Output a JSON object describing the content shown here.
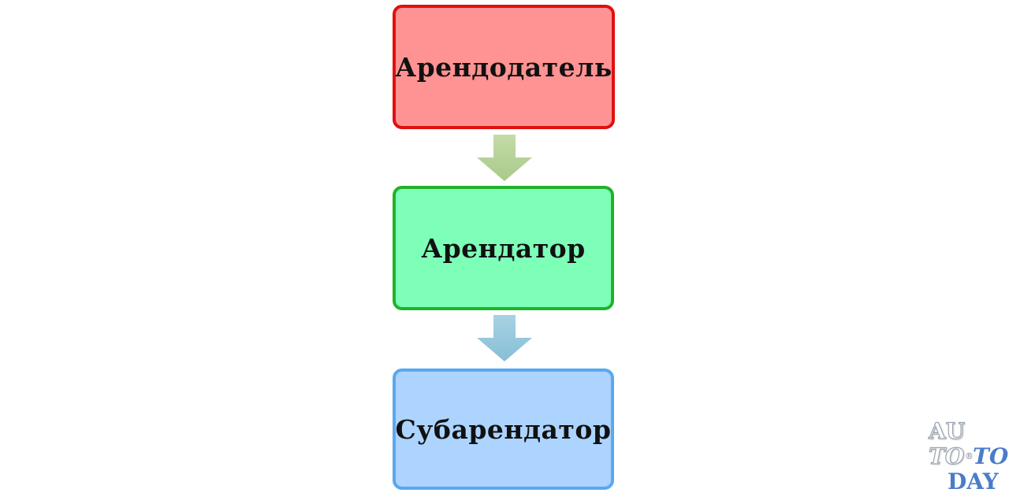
{
  "diagram": {
    "type": "vertical-flowchart",
    "nodes": [
      {
        "id": "landlord",
        "label": "Арендодатель",
        "fill": "#ff9393",
        "border": "#e01010"
      },
      {
        "id": "tenant",
        "label": "Арендатор",
        "fill": "#7dffb8",
        "border": "#22b22a"
      },
      {
        "id": "subtenant",
        "label": "Субарендатор",
        "fill": "#acd4ff",
        "border": "#5aa8ee"
      }
    ],
    "edges": [
      {
        "from": "landlord",
        "to": "tenant",
        "color": "#b9d39a"
      },
      {
        "from": "tenant",
        "to": "subtenant",
        "color": "#92c8dc"
      }
    ]
  },
  "watermark": {
    "line1": "AU",
    "line2a": "TO",
    "registered": "®",
    "line2b": "TO",
    "line3": "DAY"
  }
}
